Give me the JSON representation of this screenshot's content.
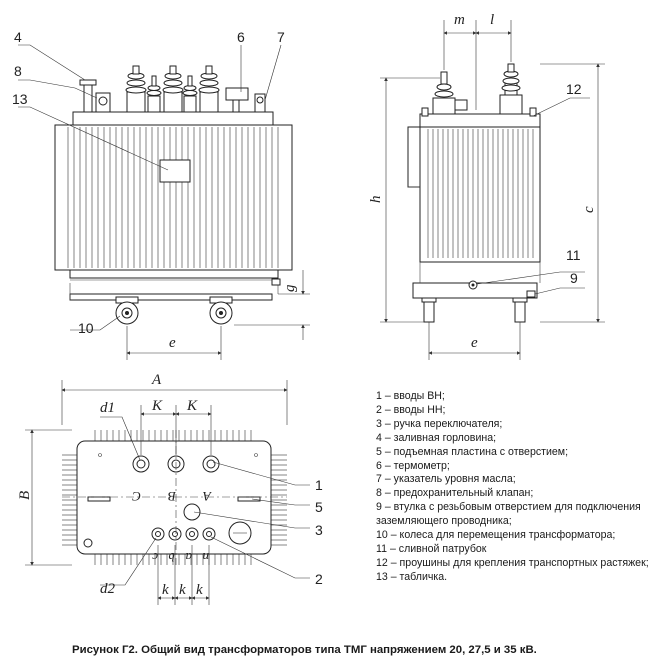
{
  "callouts": {
    "front": [
      "4",
      "8",
      "13",
      "6",
      "7",
      "10"
    ],
    "side": [
      "12",
      "11",
      "9"
    ],
    "top": [
      "1",
      "5",
      "3",
      "2"
    ]
  },
  "dimensions": {
    "m": "m",
    "l": "l",
    "h": "h",
    "c": "c",
    "g": "g",
    "e_front": "e",
    "e_side": "e",
    "A": "A",
    "B": "B",
    "K1": "K",
    "K2": "K",
    "d1": "d1",
    "d2": "d2",
    "k1": "k",
    "k2": "k",
    "k3": "k"
  },
  "terminals": {
    "hv": [
      "C",
      "B",
      "A"
    ],
    "lv": [
      "c",
      "b",
      "a",
      "n"
    ]
  },
  "legend": [
    "1 – вводы ВН;",
    "2 – вводы НН;",
    "3 –  ручка переключателя;",
    "4 – заливная горловина;",
    "5 – подъемная пластина с отверстием;",
    "6 – термометр;",
    "7 – указатель уровня масла;",
    "8 – предохранительный клапан;",
    "9 – втулка с резьбовым отверстием для подключения заземляющего проводника;",
    "10 – колеса для перемещения трансформатора;",
    "11 – сливной патрубок",
    "12 – проушины для крепления транспортных растяжек;",
    "13 – табличка."
  ],
  "caption": "Рисунок Г2. Общий вид трансформаторов типа ТМГ напряжением 20, 27,5 и 35 кВ."
}
